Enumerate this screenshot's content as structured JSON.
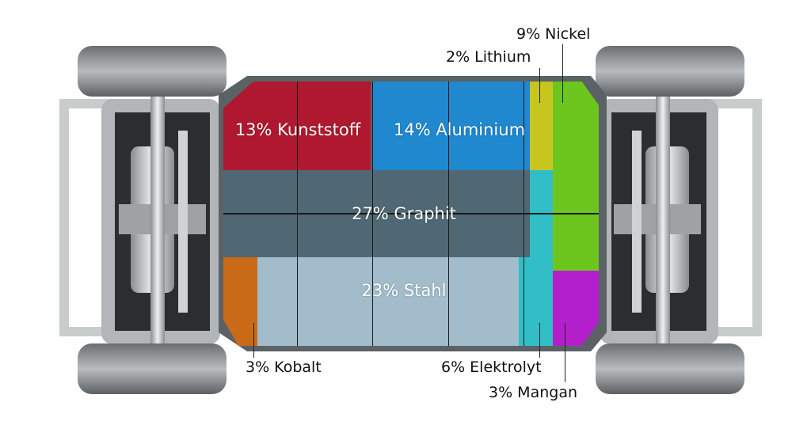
{
  "title": "Battery material composition",
  "materials": [
    {
      "id": "kunststoff",
      "label": "13% Kunststoff",
      "percent": 13,
      "color": "#b0182f"
    },
    {
      "id": "aluminium",
      "label": "14% Aluminium",
      "percent": 14,
      "color": "#1f88cf"
    },
    {
      "id": "graphit",
      "label": "27% Graphit",
      "percent": 27,
      "color": "#4f6873"
    },
    {
      "id": "stahl",
      "label": "23% Stahl",
      "percent": 23,
      "color": "#a2bccb"
    },
    {
      "id": "kobalt",
      "label": "3% Kobalt",
      "percent": 3,
      "color": "#c86a18"
    },
    {
      "id": "elektrolyt",
      "label": "6% Elektrolyt",
      "percent": 6,
      "color": "#32bec6"
    },
    {
      "id": "mangan",
      "label": "3% Mangan",
      "percent": 3,
      "color": "#b41fcc"
    },
    {
      "id": "lithium",
      "label": "2% Lithium",
      "percent": 2,
      "color": "#c6c61e"
    },
    {
      "id": "nickel",
      "label": "9% Nickel",
      "percent": 9,
      "color": "#6cc61e"
    }
  ]
}
